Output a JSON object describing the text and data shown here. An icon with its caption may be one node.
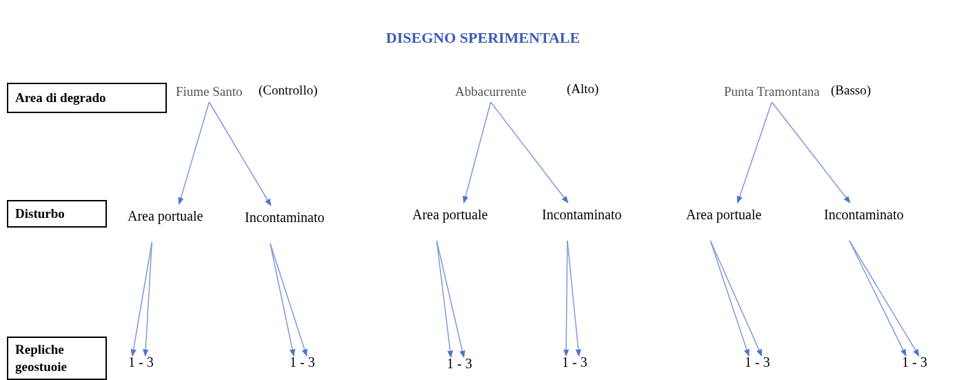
{
  "diagram": {
    "title": "DISEGNO SPERIMENTALE",
    "nodes": [
      {
        "text": [
          "Area di degrado"
        ]
      },
      {
        "text": [
          "Disturbo"
        ]
      },
      {
        "text": [
          "Repliche geostuoie"
        ]
      },
      {
        "text": [
          "Fiume Santo"
        ],
        "beside": [
          "(Controllo)"
        ]
      },
      {
        "text": [
          "Abbacurrente"
        ],
        "beside": [
          "(Alto)"
        ]
      },
      {
        "text": [
          "Punta Tramontana"
        ],
        "beside": [
          "(Basso)"
        ]
      },
      {
        "text": [
          "Area portuale"
        ]
      },
      {
        "text": [
          "Incontaminato"
        ]
      },
      {
        "text": [
          "Area portuale"
        ]
      },
      {
        "text": [
          "Incontaminato"
        ]
      },
      {
        "text": [
          "Area portuale"
        ]
      },
      {
        "text": [
          "Incontaminato"
        ]
      },
      {
        "text": [
          "1 - 3"
        ]
      },
      {
        "text": [
          "1 - 3"
        ]
      },
      {
        "text": [
          "1 - 3"
        ]
      },
      {
        "text": [
          "1 - 3"
        ]
      },
      {
        "text": [
          "1 - 3"
        ]
      },
      {
        "text": [
          "1 - 3"
        ]
      }
    ],
    "edges": [
      {
        "from": 3,
        "to": 6,
        "arrow": "to"
      },
      {
        "from": 3,
        "to": 7,
        "arrow": "to"
      },
      {
        "from": 4,
        "to": 8,
        "arrow": "to"
      },
      {
        "from": 4,
        "to": 9,
        "arrow": "to"
      },
      {
        "from": 5,
        "to": 10,
        "arrow": "to"
      },
      {
        "from": 5,
        "to": 11,
        "arrow": "to"
      },
      {
        "from": 6,
        "to": 12,
        "arrow": "to"
      },
      {
        "from": 6,
        "to": 12,
        "arrow": "to"
      },
      {
        "from": 7,
        "to": 13,
        "arrow": "to"
      },
      {
        "from": 7,
        "to": 13,
        "arrow": "to"
      },
      {
        "from": 8,
        "to": 14,
        "arrow": "to"
      },
      {
        "from": 8,
        "to": 14,
        "arrow": "to"
      },
      {
        "from": 9,
        "to": 15,
        "arrow": "to"
      },
      {
        "from": 9,
        "to": 15,
        "arrow": "to"
      },
      {
        "from": 10,
        "to": 16,
        "arrow": "to"
      },
      {
        "from": 10,
        "to": 16,
        "arrow": "to"
      },
      {
        "from": 11,
        "to": 17,
        "arrow": "to"
      },
      {
        "from": 11,
        "to": 17,
        "arrow": "to"
      }
    ]
  }
}
